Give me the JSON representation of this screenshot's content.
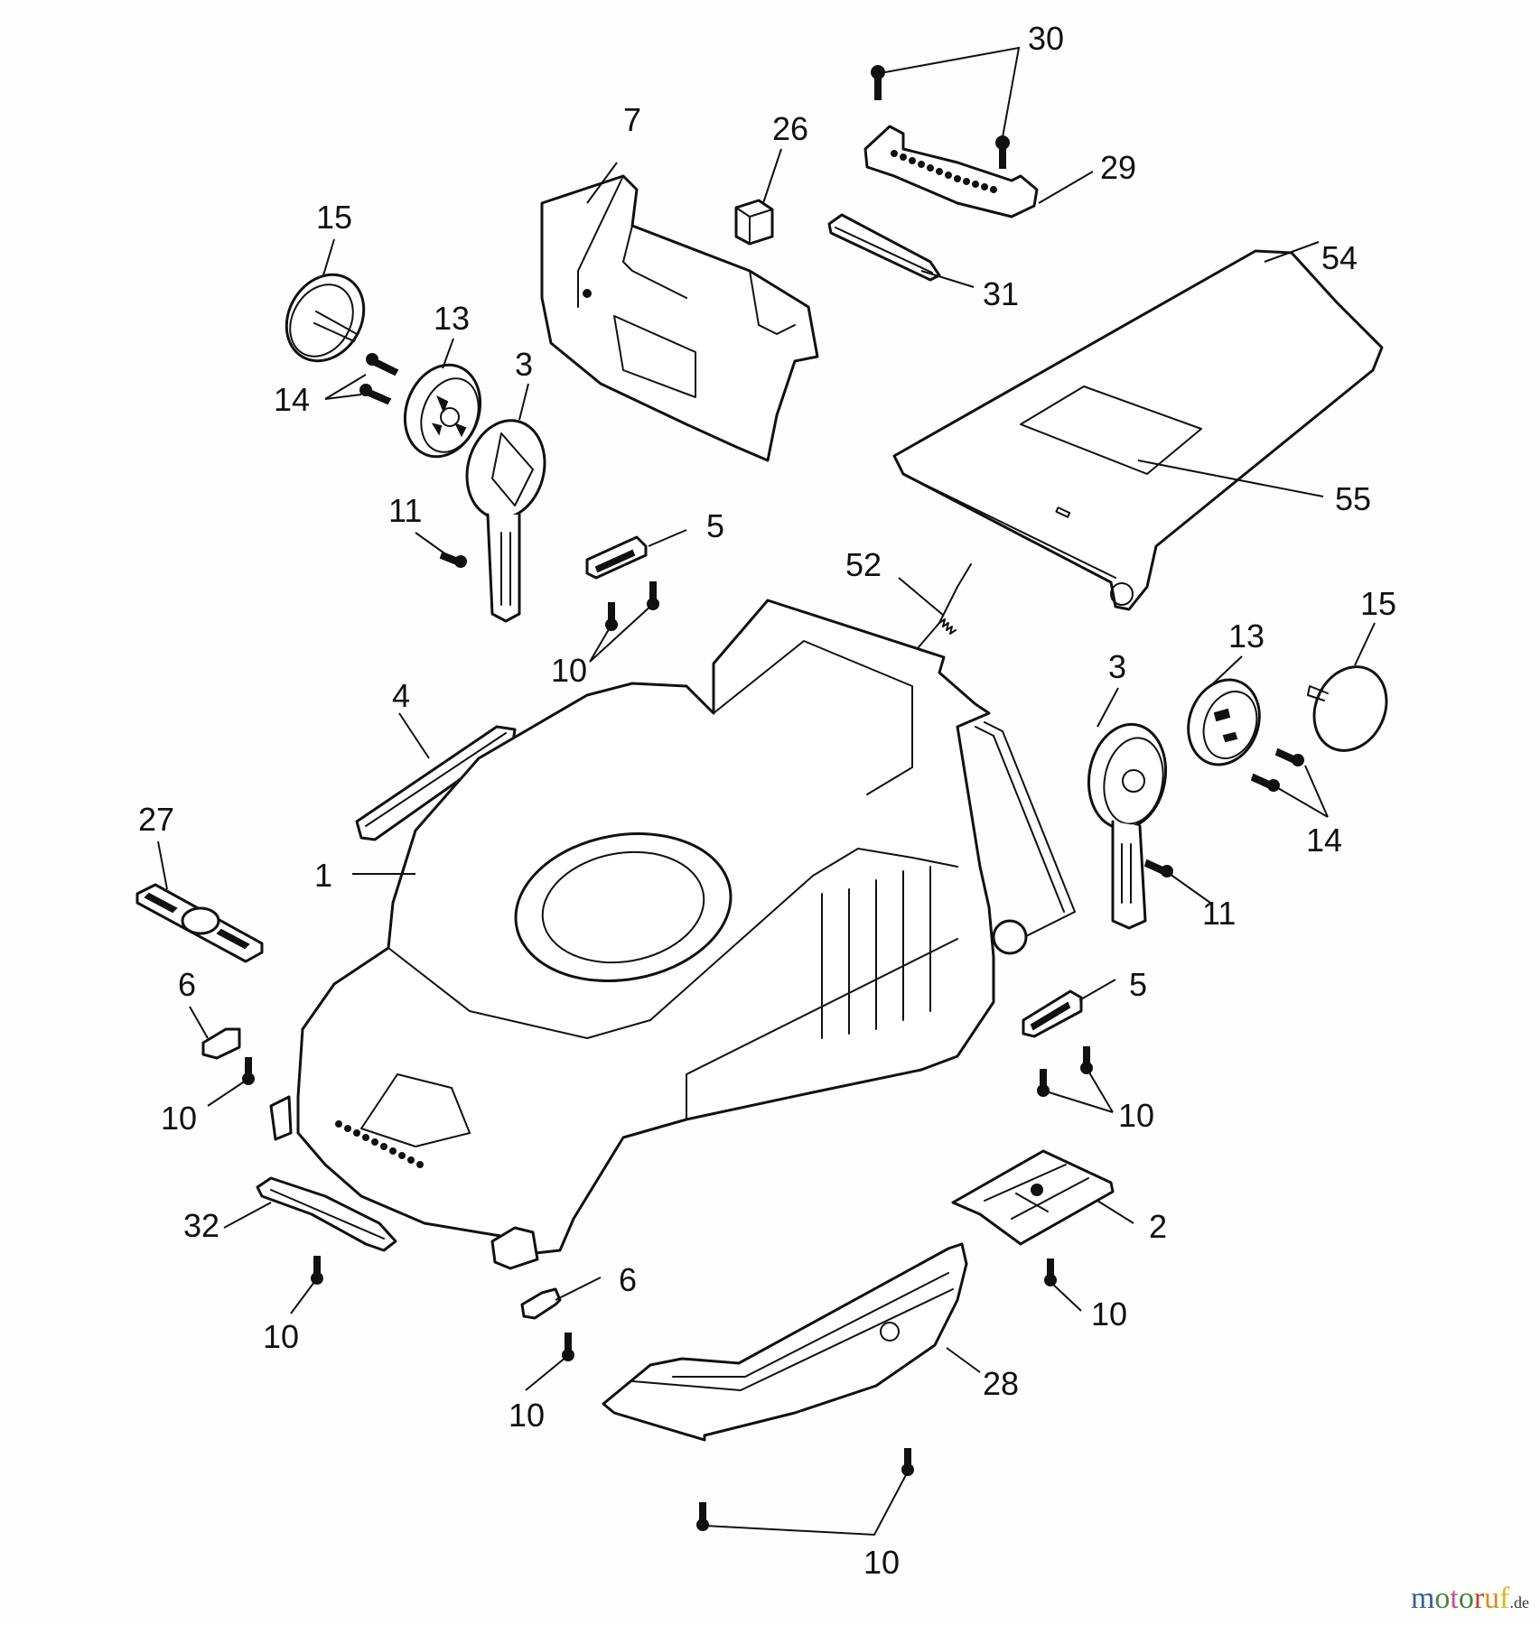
{
  "diagram": {
    "type": "exploded-parts-diagram",
    "subject": "lawnmower housing",
    "callouts": [
      {
        "id": "c30",
        "label": "30"
      },
      {
        "id": "c7",
        "label": "7"
      },
      {
        "id": "c26",
        "label": "26"
      },
      {
        "id": "c29",
        "label": "29"
      },
      {
        "id": "c15a",
        "label": "15"
      },
      {
        "id": "c54",
        "label": "54"
      },
      {
        "id": "c31",
        "label": "31"
      },
      {
        "id": "c13a",
        "label": "13"
      },
      {
        "id": "c3a",
        "label": "3"
      },
      {
        "id": "c14a",
        "label": "14"
      },
      {
        "id": "c55",
        "label": "55"
      },
      {
        "id": "c11a",
        "label": "11"
      },
      {
        "id": "c5a",
        "label": "5"
      },
      {
        "id": "c52",
        "label": "52"
      },
      {
        "id": "c10a",
        "label": "10"
      },
      {
        "id": "c15b",
        "label": "15"
      },
      {
        "id": "c13b",
        "label": "13"
      },
      {
        "id": "c3b",
        "label": "3"
      },
      {
        "id": "c4",
        "label": "4"
      },
      {
        "id": "c27",
        "label": "27"
      },
      {
        "id": "c14b",
        "label": "14"
      },
      {
        "id": "c1",
        "label": "1"
      },
      {
        "id": "c11b",
        "label": "11"
      },
      {
        "id": "c6a",
        "label": "6"
      },
      {
        "id": "c5b",
        "label": "5"
      },
      {
        "id": "c10b",
        "label": "10"
      },
      {
        "id": "c10c",
        "label": "10"
      },
      {
        "id": "c32",
        "label": "32"
      },
      {
        "id": "c2",
        "label": "2"
      },
      {
        "id": "c6b",
        "label": "6"
      },
      {
        "id": "c10d",
        "label": "10"
      },
      {
        "id": "c10e",
        "label": "10"
      },
      {
        "id": "c28",
        "label": "28"
      },
      {
        "id": "c10f",
        "label": "10"
      },
      {
        "id": "c10g",
        "label": "10"
      }
    ]
  },
  "watermark": {
    "letters": [
      "m",
      "o",
      "t",
      "o",
      "r",
      "u",
      "f"
    ],
    "colors": [
      "#3a5aa8",
      "#4a8a3a",
      "#d04a8a",
      "#3a8a3a",
      "#c8401a",
      "#e08a1a",
      "#e0b81a"
    ],
    "suffix": ".de"
  }
}
